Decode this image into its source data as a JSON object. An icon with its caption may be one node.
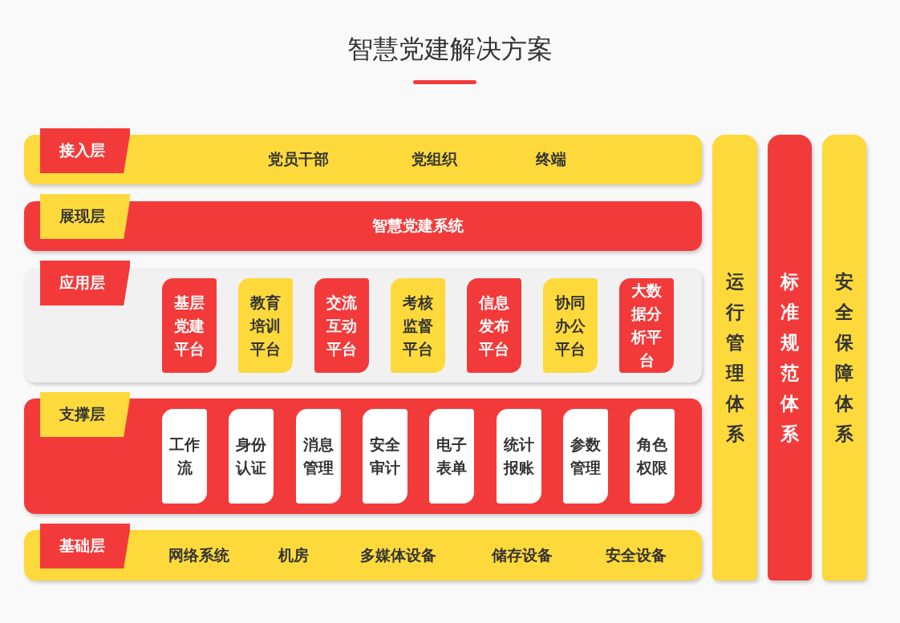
{
  "diagram": {
    "title": "智慧党建解决方案",
    "nodes": [
      {
        "text": [
          "党员干部",
          "党组织",
          "终端"
        ]
      },
      {
        "text": [
          "接入层"
        ],
        "in": 0
      },
      {
        "text": [
          "智慧党建系统"
        ]
      },
      {
        "text": [
          "展现层"
        ],
        "in": 2
      },
      {
        "text": [],
        "shape": "box"
      },
      {
        "text": [
          "应用层"
        ],
        "in": 4
      },
      {
        "text": [
          "基层党建平台"
        ],
        "in": 4
      },
      {
        "text": [
          "教育培训平台"
        ],
        "in": 4
      },
      {
        "text": [
          "交流互动平台"
        ],
        "in": 4
      },
      {
        "text": [
          "考核监督平台"
        ],
        "in": 4
      },
      {
        "text": [
          "信息发布平台"
        ],
        "in": 4
      },
      {
        "text": [
          "协同办公平台"
        ],
        "in": 4
      },
      {
        "text": [
          "大数据分析平台"
        ],
        "in": 4
      },
      {
        "text": [],
        "shape": "box"
      },
      {
        "text": [
          "支撑层"
        ],
        "in": 13
      },
      {
        "text": [
          "工作流"
        ],
        "in": 13
      },
      {
        "text": [
          "身份认证"
        ],
        "in": 13
      },
      {
        "text": [
          "消息管理"
        ],
        "in": 13
      },
      {
        "text": [
          "安全审计"
        ],
        "in": 13
      },
      {
        "text": [
          "电子表单"
        ],
        "in": 13
      },
      {
        "text": [
          "统计报账"
        ],
        "in": 13
      },
      {
        "text": [
          "参数管理"
        ],
        "in": 13
      },
      {
        "text": [
          "角色权限"
        ],
        "in": 13
      },
      {
        "text": [
          "网络系统",
          "机房",
          "多媒体设备",
          "储存设备",
          "安全设备"
        ]
      },
      {
        "text": [
          "基础层"
        ],
        "in": 23
      },
      {
        "text": [
          "运行管理体系"
        ]
      },
      {
        "text": [
          "标准规范体系"
        ]
      },
      {
        "text": [
          "安全保障体系"
        ]
      }
    ]
  }
}
